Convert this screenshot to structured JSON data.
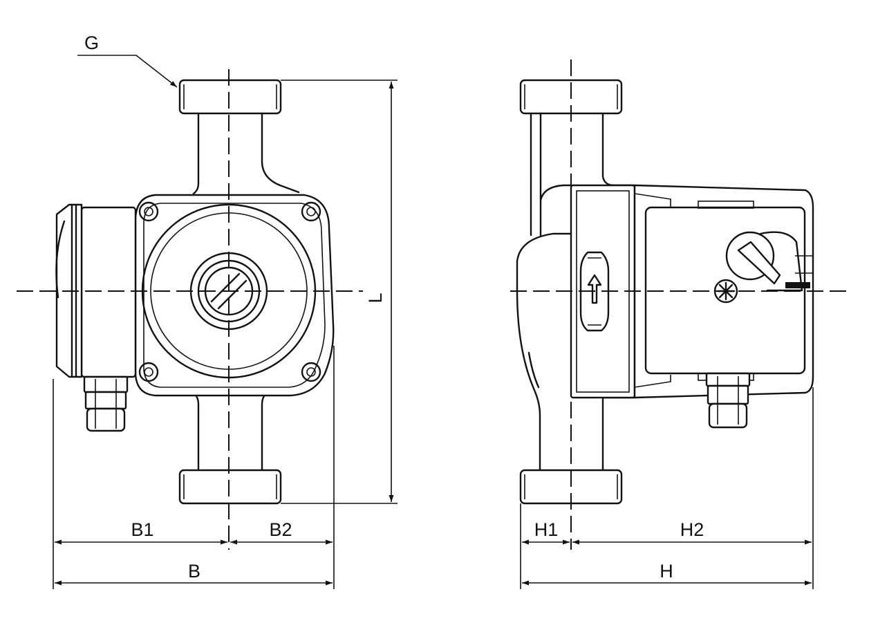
{
  "labels": {
    "g": "G",
    "l": "L",
    "b1": "B1",
    "b2": "B2",
    "b": "B",
    "h1": "H1",
    "h2": "H2",
    "h": "H"
  }
}
